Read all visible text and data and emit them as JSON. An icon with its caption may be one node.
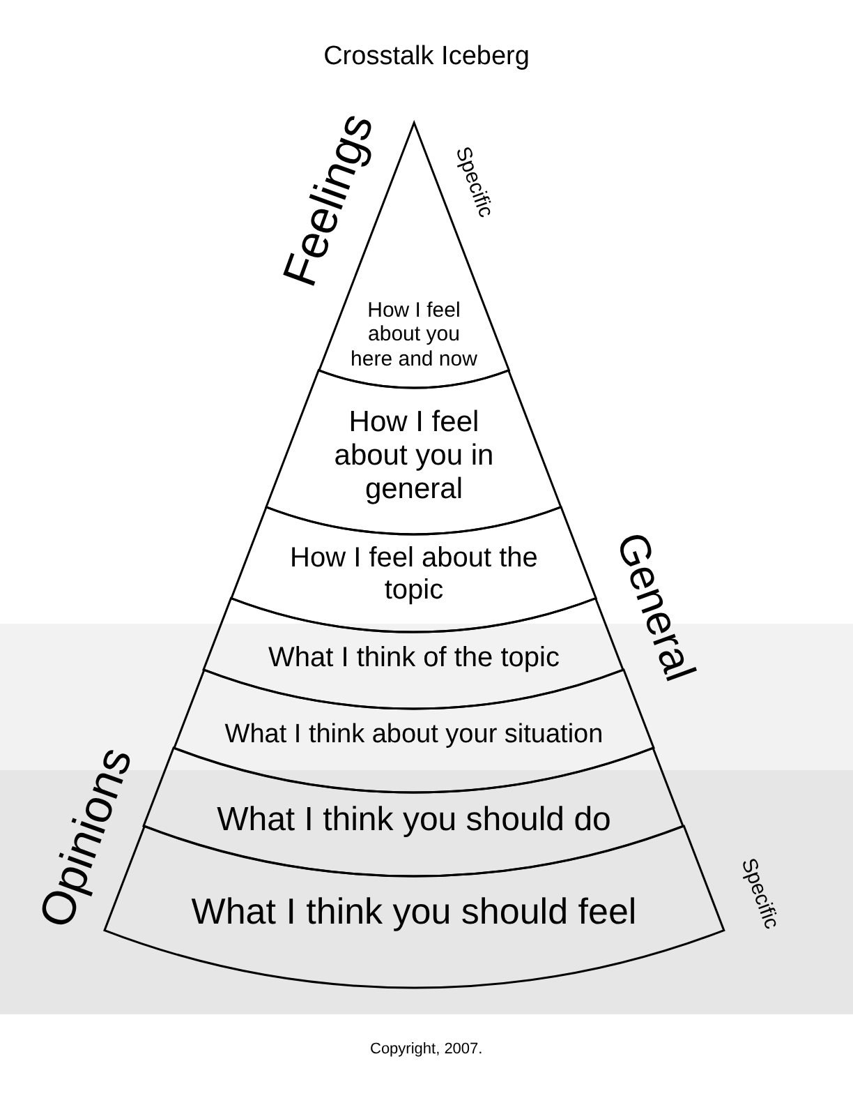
{
  "diagram": {
    "title": "Crosstalk Iceberg",
    "nodes": [
      {
        "text": [
          "How I feel about you here and now"
        ]
      },
      {
        "text": [
          "How I feel about you in general"
        ]
      },
      {
        "text": [
          "How I feel about the topic"
        ]
      },
      {
        "text": [
          "What I think of the topic"
        ]
      },
      {
        "text": [
          "What I think about your situation"
        ]
      },
      {
        "text": [
          "What I think you should do"
        ]
      },
      {
        "text": [
          "What I think you should feel"
        ]
      }
    ],
    "labels": [
      "Feelings",
      "Specific",
      "General",
      "Opinions",
      "Specific",
      "Copyright, 2007."
    ]
  }
}
